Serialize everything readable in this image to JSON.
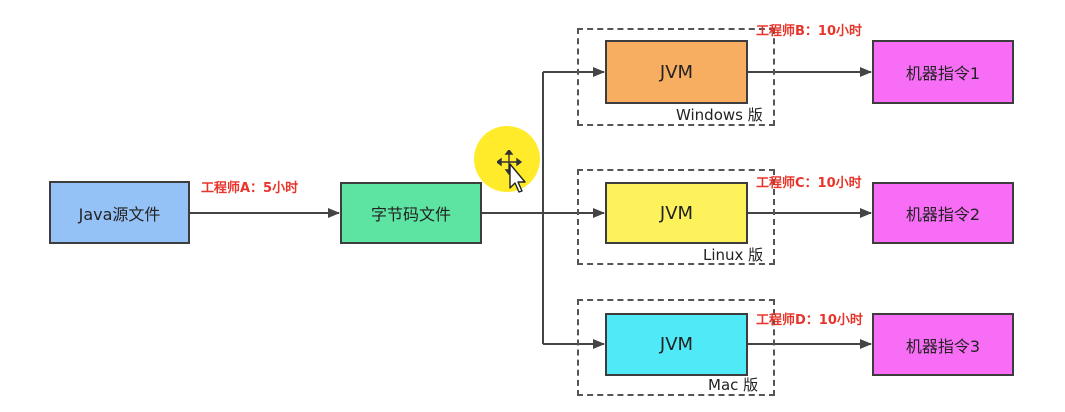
{
  "nodes": {
    "java_source": {
      "label": "Java源文件",
      "fill": "#95c2f6"
    },
    "bytecode": {
      "label": "字节码文件",
      "fill": "#5de3a2"
    },
    "jvm_windows": {
      "label": "JVM",
      "fill": "#f8ae60"
    },
    "jvm_linux": {
      "label": "JVM",
      "fill": "#fdf25b"
    },
    "jvm_mac": {
      "label": "JVM",
      "fill": "#4fe9f8"
    },
    "machine_1": {
      "label": "机器指令1",
      "fill": "#f86df5"
    },
    "machine_2": {
      "label": "机器指令2",
      "fill": "#f86df5"
    },
    "machine_3": {
      "label": "机器指令3",
      "fill": "#f86df5"
    }
  },
  "groups": {
    "windows": "Windows 版",
    "linux": "Linux 版",
    "mac": "Mac 版"
  },
  "notes": {
    "engineer_a": "工程师A：5小时",
    "engineer_b": "工程师B：10小时",
    "engineer_c": "工程师C：10小时",
    "engineer_d": "工程师D：10小时"
  },
  "colors": {
    "note_text": "#e8352b",
    "cursor_highlight": "#ffeb2a"
  },
  "icons": {
    "cursor": "move-cursor-icon"
  }
}
